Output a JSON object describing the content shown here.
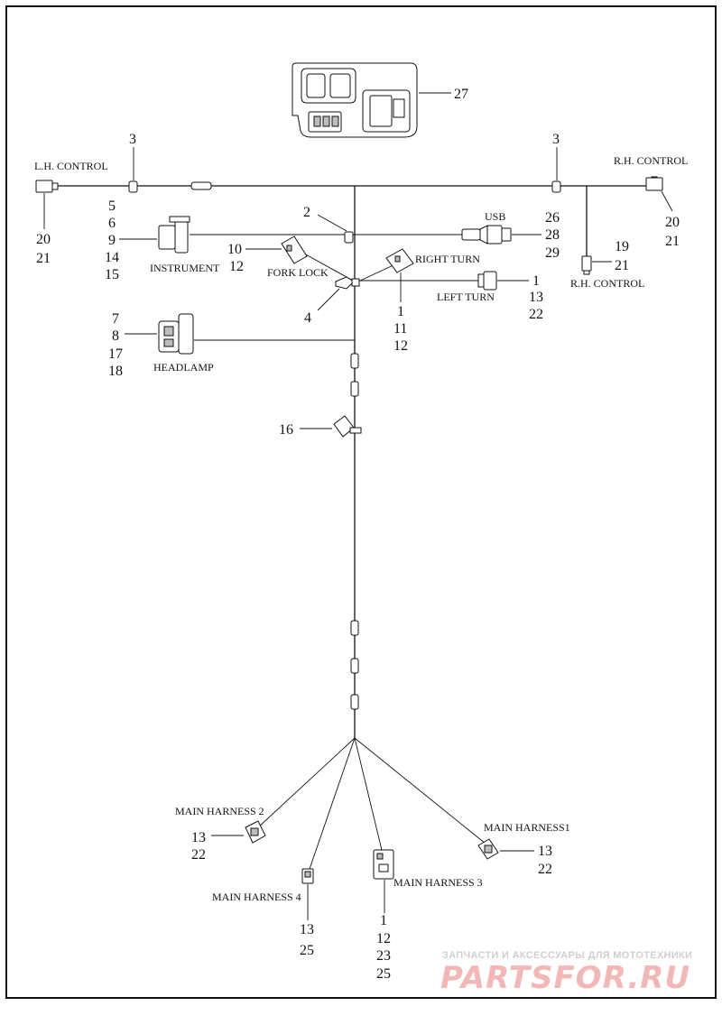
{
  "labels": {
    "lh_control": "L.H. CONTROL",
    "rh_control_top": "R.H. CONTROL",
    "rh_control_bottom": "R.H. CONTROL",
    "usb": "USB",
    "instrument": "INSTRUMENT",
    "fork_lock": "FORK LOCK",
    "right_turn": "RIGHT TURN",
    "left_turn": "LEFT TURN",
    "headlamp": "HEADLAMP",
    "main_harness_1": "MAIN HARNESS1",
    "main_harness_2": "MAIN HARNESS 2",
    "main_harness_3": "MAIN HARNESS 3",
    "main_harness_4": "MAIN HARNESS 4"
  },
  "callouts": {
    "c27": "27",
    "c3_left": "3",
    "c3_right": "3",
    "c2": "2",
    "lh_refs": [
      "20",
      "21"
    ],
    "rh_top_refs": [
      "20",
      "21"
    ],
    "instrument_refs": [
      "5",
      "6",
      "9",
      "14",
      "15"
    ],
    "fork_lock_refs": [
      "10",
      "12"
    ],
    "c4": "4",
    "right_turn_refs": [
      "1",
      "11",
      "12"
    ],
    "left_turn_refs": [
      "1",
      "13",
      "22"
    ],
    "usb_refs": [
      "26",
      "28",
      "29"
    ],
    "rh_bottom_refs": [
      "19",
      "21"
    ],
    "headlamp_refs": [
      "7",
      "8",
      "17",
      "18"
    ],
    "c16": "16",
    "mh2_refs": [
      "13",
      "22"
    ],
    "mh1_refs": [
      "13",
      "22"
    ],
    "mh4_refs": [
      "13",
      "25"
    ],
    "mh3_refs": [
      "1",
      "12",
      "23",
      "25"
    ]
  },
  "watermark": {
    "tagline": "ЗАПЧАСТИ И АКСЕССУАРЫ ДЛЯ МОТОТЕХНИКИ",
    "brand": "PARTSFOR.RU"
  }
}
